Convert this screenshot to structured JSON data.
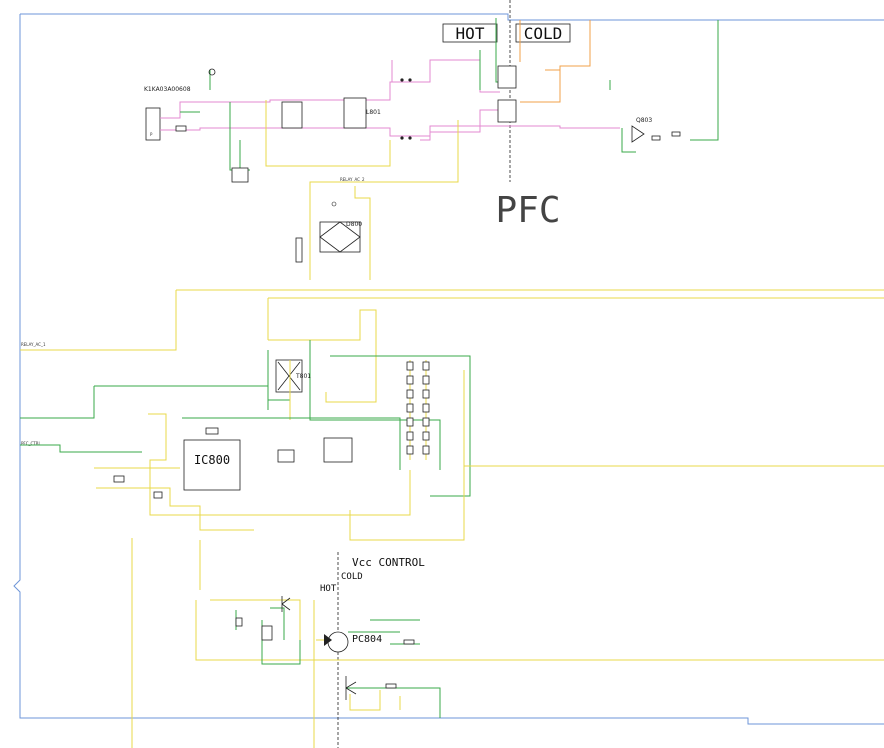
{
  "title": {
    "pfc": "PFC",
    "vcc_control": "Vcc CONTROL"
  },
  "isolation": {
    "hot": "HOT",
    "cold": "COLD",
    "hot_small": "HOT",
    "cold_small": "COLD"
  },
  "part_number": "K1KA03A00608",
  "nets": {
    "relay_ac": "RELAY_AC_1",
    "pfc_ctrl": "PFC_CTRL",
    "relay_ac_2": "RELAY_AC_2"
  },
  "components": {
    "ic800": "IC800",
    "pc804": "PC804",
    "q803": "Q803",
    "d800": "D800",
    "l801": "L801",
    "t801": "T801"
  },
  "colors": {
    "green": "#3aa84a",
    "yellow": "#e8d84a",
    "pink": "#e38ad0",
    "orange": "#f0a04a",
    "blue": "#6e96d8"
  }
}
